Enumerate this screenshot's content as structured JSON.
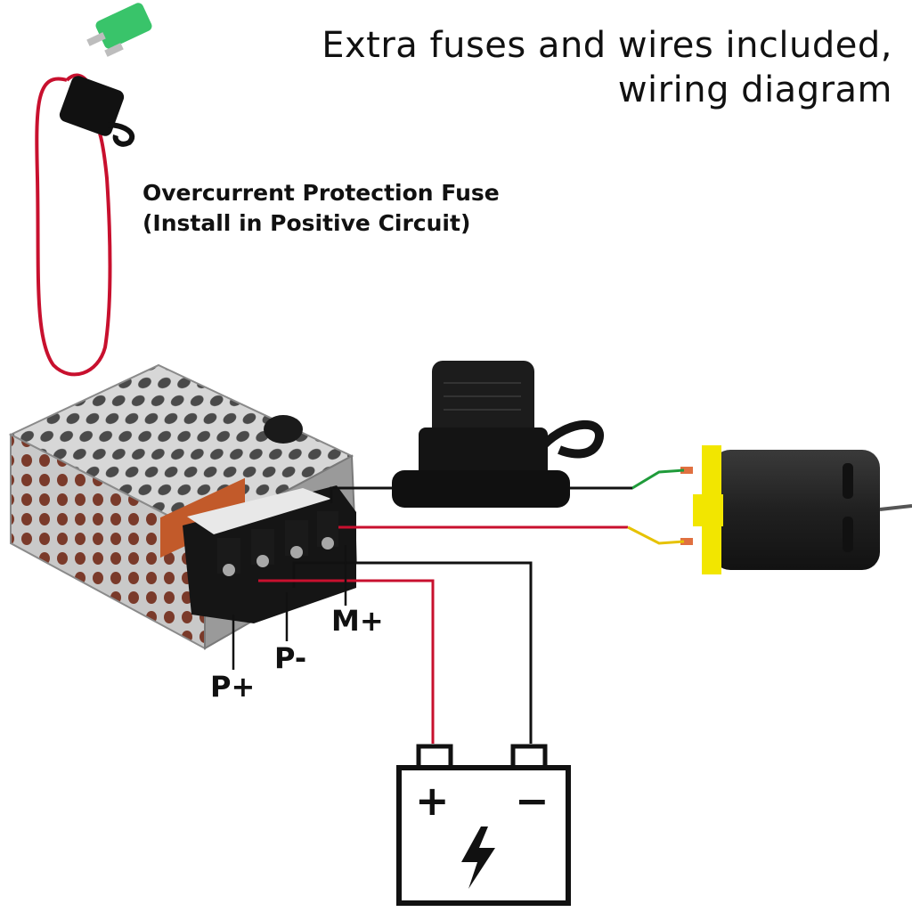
{
  "header": {
    "line1": "Extra fuses and wires included,",
    "line2": "wiring diagram"
  },
  "fuse_label": {
    "line1": "Overcurrent Protection Fuse",
    "line2": "(Install in Positive Circuit)"
  },
  "terminals": {
    "m_plus": "M+",
    "p_minus": "P-",
    "p_plus": "P+"
  },
  "battery": {
    "plus_symbol": "+",
    "minus_symbol": "−",
    "icon": "lightning-bolt-icon"
  },
  "colors": {
    "positive_wire": "#c8102e",
    "negative_wire": "#111111",
    "motor_wire_green": "#1f9b3a",
    "motor_wire_yellow": "#e6c200",
    "fuse_green": "#39c46a",
    "motor_cap_yellow": "#f2e600"
  }
}
